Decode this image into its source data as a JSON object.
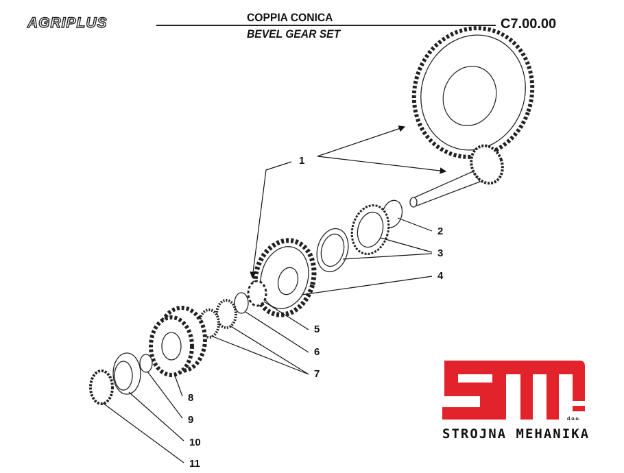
{
  "header": {
    "brand": "AGRIPLUS",
    "title": "COPPIA CONICA",
    "subtitle": "BEVEL GEAR SET",
    "code": "C7.00.00"
  },
  "callouts": [
    "1",
    "2",
    "3",
    "4",
    "5",
    "6",
    "7",
    "8",
    "9",
    "10",
    "11"
  ],
  "logo": {
    "mark": "SM",
    "suffix": "d.o.o.",
    "name": "STROJNA MEHANIKA",
    "color": "#e3232b"
  }
}
